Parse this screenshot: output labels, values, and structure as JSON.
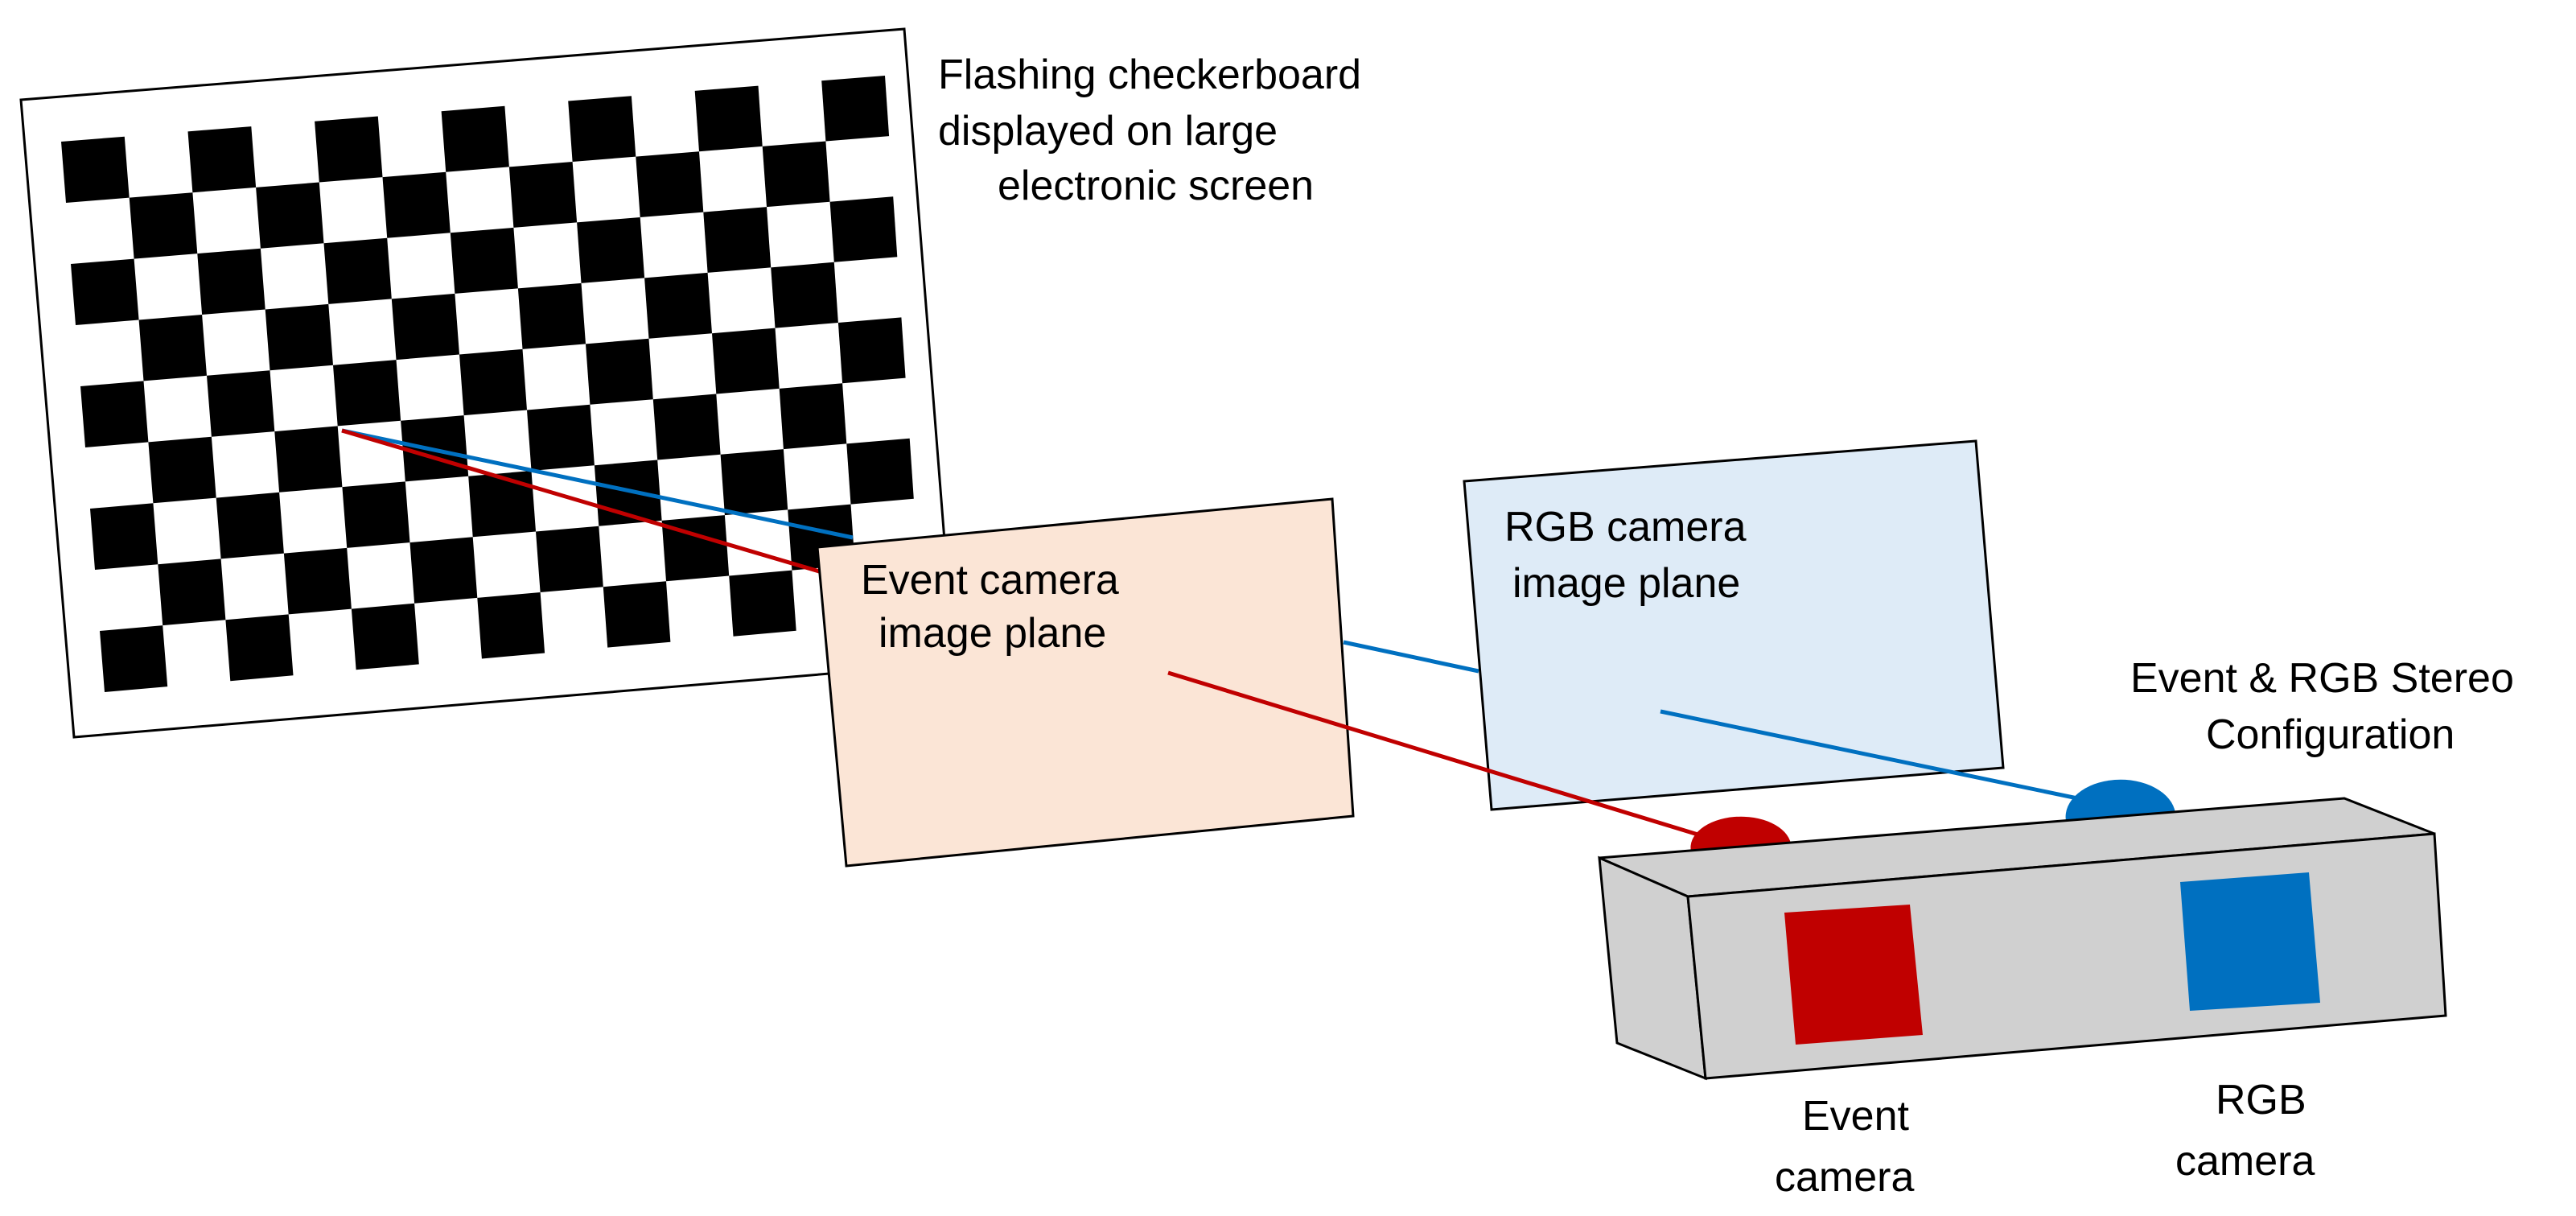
{
  "labels": {
    "checkerboard_line1": "Flashing checkerboard",
    "checkerboard_line2": "displayed on large",
    "checkerboard_line3": "electronic screen",
    "event_plane_line1": "Event camera",
    "event_plane_line2": "image plane",
    "rgb_plane_line1": "RGB camera",
    "rgb_plane_line2": "image plane",
    "stereo_line1": "Event & RGB Stereo",
    "stereo_line2": "Configuration",
    "event_cam_line1": "Event",
    "event_cam_line2": "camera",
    "rgb_cam_line1": "RGB",
    "rgb_cam_line2": "camera"
  },
  "checkerboard": {
    "rows": 9,
    "cols": 13
  },
  "colors": {
    "event": "#c00000",
    "rgb": "#0070c0",
    "event_plane_fill": "#fbe5d6",
    "rgb_plane_fill": "#deebf7",
    "rig_fill": "#d0d0d0",
    "board_dark": "#000000",
    "board_light": "#ffffff"
  }
}
